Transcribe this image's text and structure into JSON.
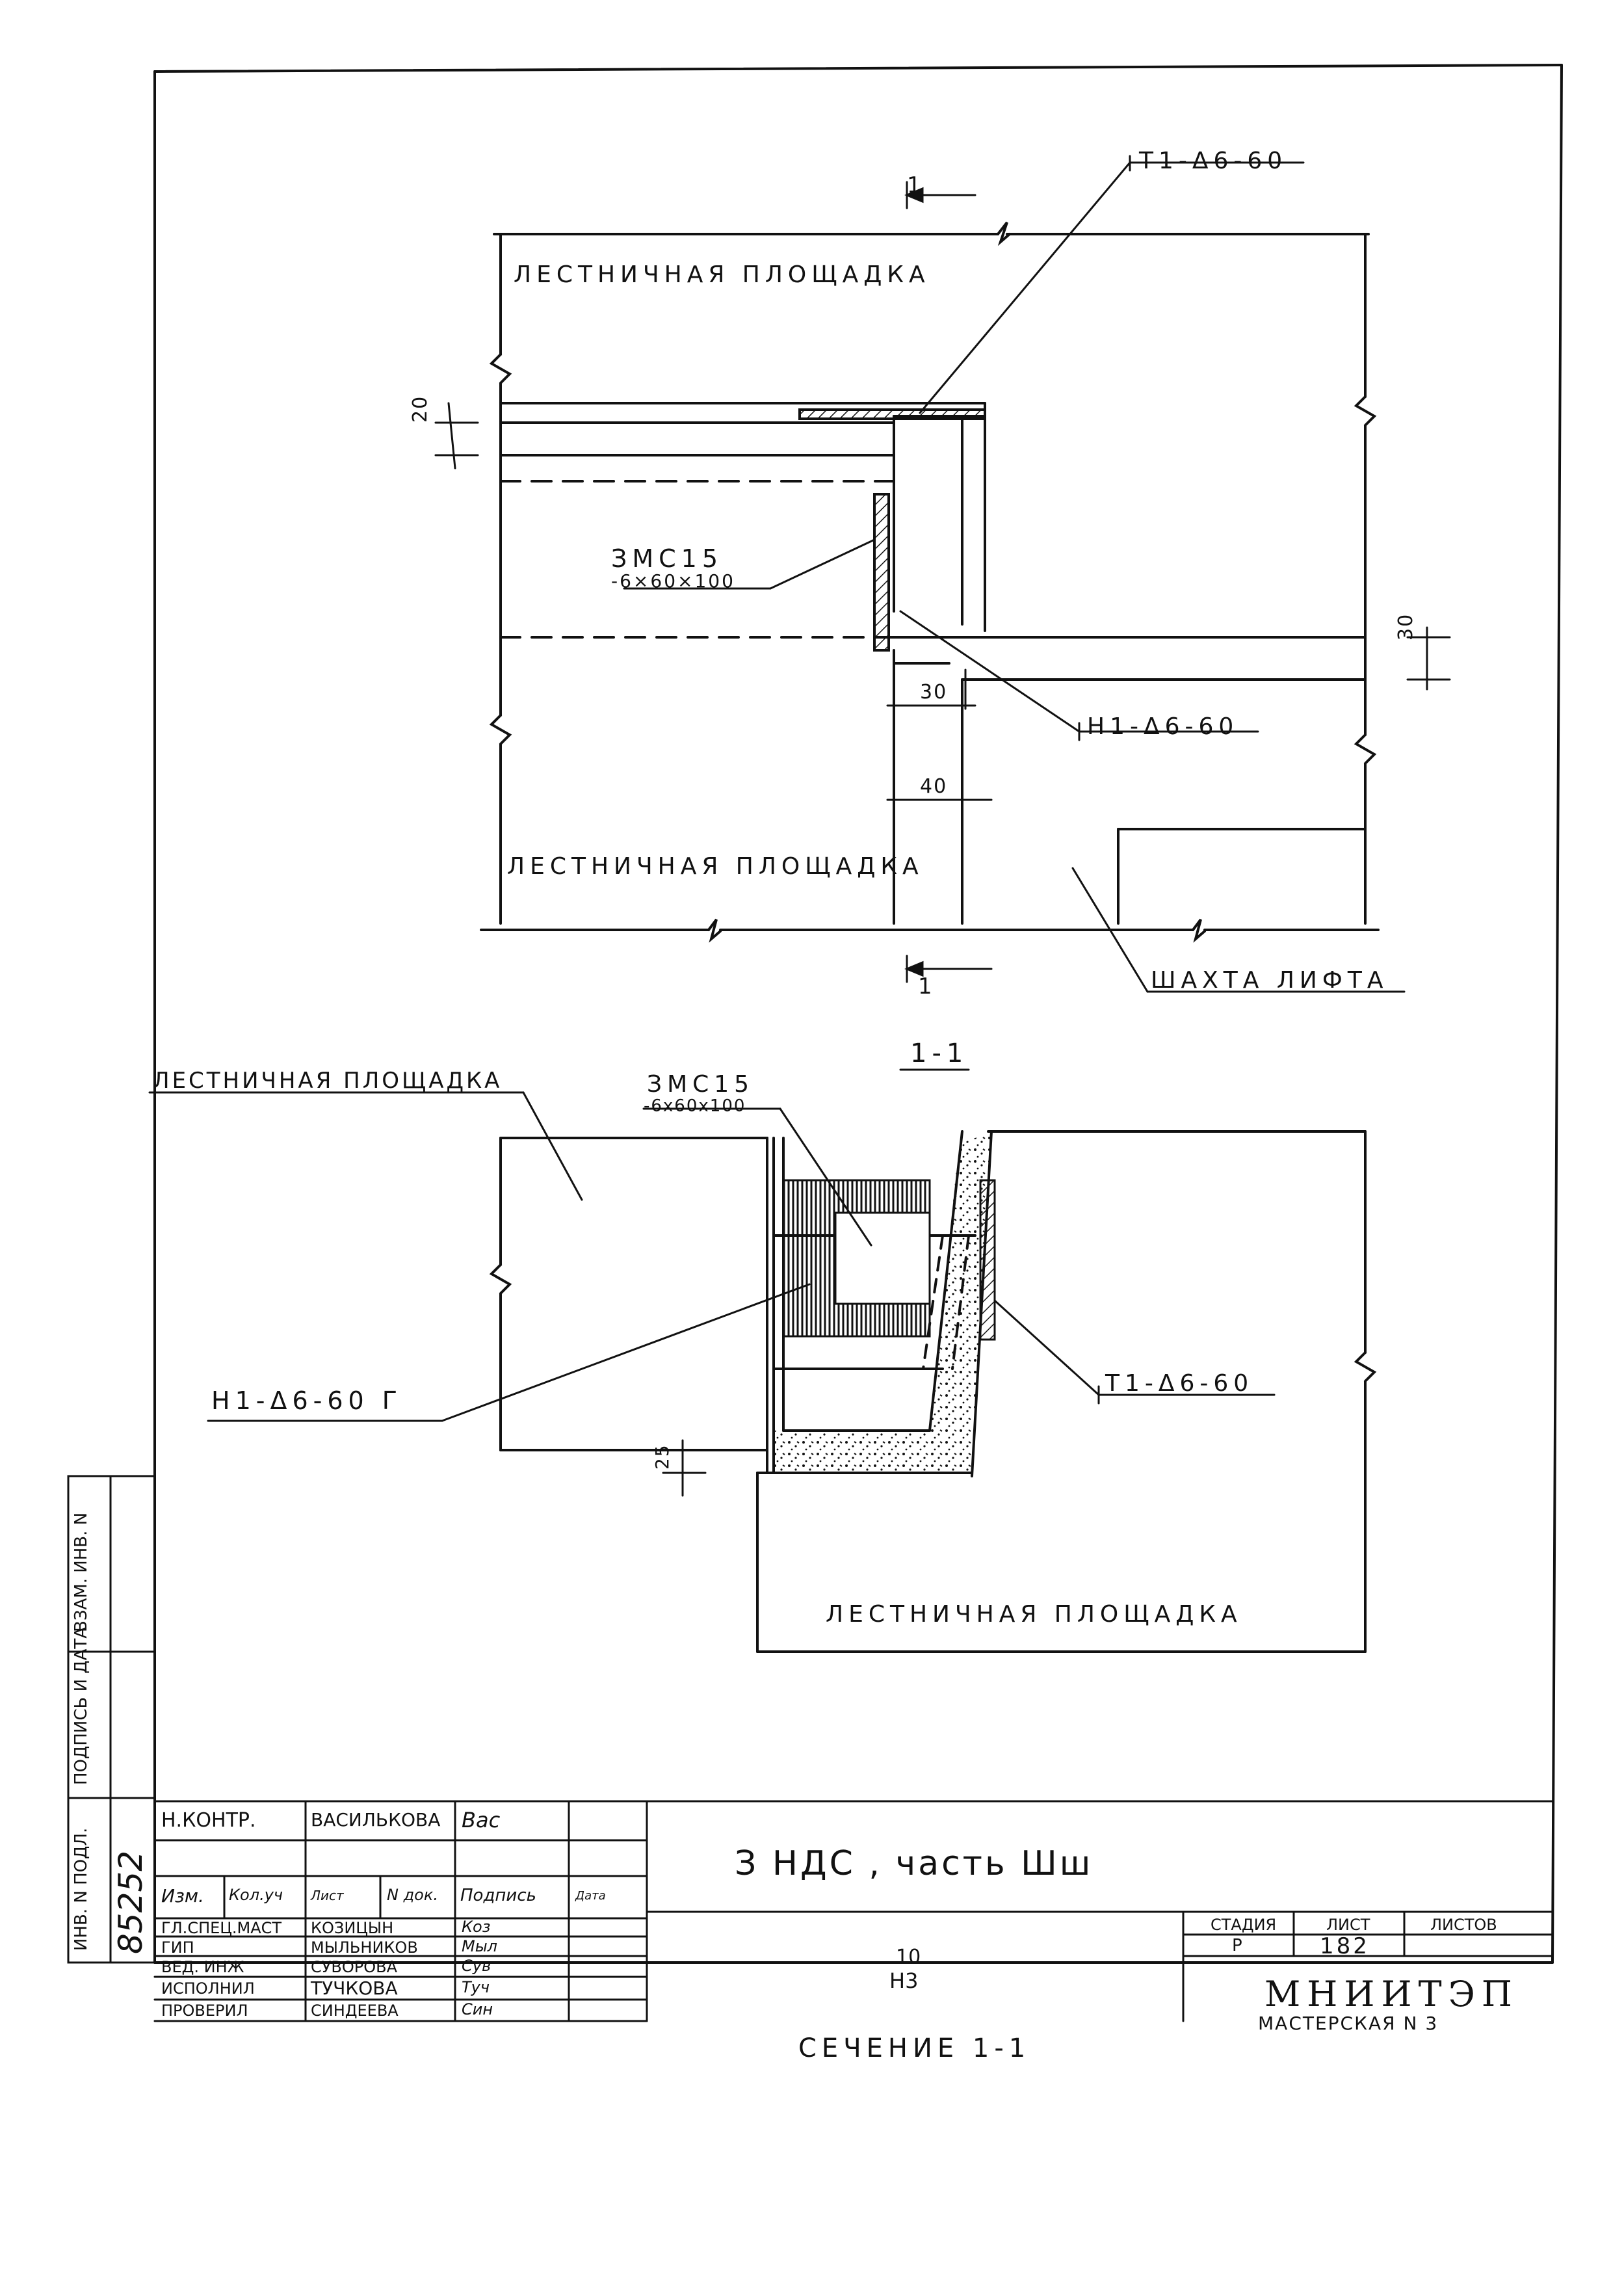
{
  "plan": {
    "section_mark_top": "1",
    "section_mark_bottom": "1",
    "landing_top": "ЛЕСТНИЧНАЯ ПЛОЩАДКА",
    "landing_bottom": "ЛЕСТНИЧНАЯ ПЛОЩАДКА",
    "shaft": "ШАХТА ЛИФТА",
    "t1_label": "Т1-Δ6-60",
    "h1_label": "Н1-Δ6-60",
    "mc_label": "ЗМС15",
    "mc_size": "-6×60×100",
    "dim_20": "20",
    "dim_30_right": "30",
    "dim_30_mid": "30",
    "dim_40": "40"
  },
  "section": {
    "title": "1-1",
    "landing_left": "ЛЕСТНИЧНАЯ ПЛОЩАДКА",
    "landing_bottom": "ЛЕСТНИЧНАЯ ПЛОЩАДКА",
    "mc_label": "ЗМС15",
    "mc_size": "-6х60х100",
    "h1_label": "Н1-Δ6-60 Г",
    "t1_label": "Т1-Δ6-60",
    "dim_25": "25"
  },
  "side_stamp": {
    "inv_podl": "ИНВ. N ПОДЛ.",
    "podpis_data": "ПОДПИСЬ И ДАТА",
    "vzam_inv": "ВЗАМ. ИНВ. N",
    "inv_number": "85252"
  },
  "title_block": {
    "n_kontr_role": "Н.КОНТР.",
    "n_kontr_name": "ВАСИЛЬКОВА",
    "n_kontr_sign": "Вас",
    "h_izm": "Изм.",
    "h_koluch": "Кол.уч",
    "h_list": "Лист",
    "h_ndok": "N док.",
    "h_podpis": "Подпись",
    "h_data": "Дата",
    "rows": [
      {
        "role": "ГЛ.СПЕЦ.МАСТ",
        "name": "КОЗИЦЫН",
        "sign": "Коз"
      },
      {
        "role": "ГИП",
        "name": "МЫЛЬНИКОВ",
        "sign": "Мыл"
      },
      {
        "role": "ВЕД. ИНЖ",
        "name": "СУВОРОВА",
        "sign": "Сув"
      },
      {
        "role": "ИСПОЛНИЛ",
        "name": "ТУЧКОВА",
        "sign": "Туч"
      },
      {
        "role": "ПРОВЕРИЛ",
        "name": "СИНДЕЕВА",
        "sign": "Син"
      }
    ],
    "project": "З НДС , часть Шш",
    "code_top": "10",
    "code_bottom": "Н3",
    "sheet_title": "СЕЧЕНИЕ 1-1",
    "stage_h": "СТАДИЯ",
    "list_h": "ЛИСТ",
    "listov_h": "ЛИСТОВ",
    "stage": "Р",
    "list": "182",
    "listov": "",
    "org": "МНИИТЭП",
    "workshop": "МАСТЕРСКАЯ N 3"
  }
}
